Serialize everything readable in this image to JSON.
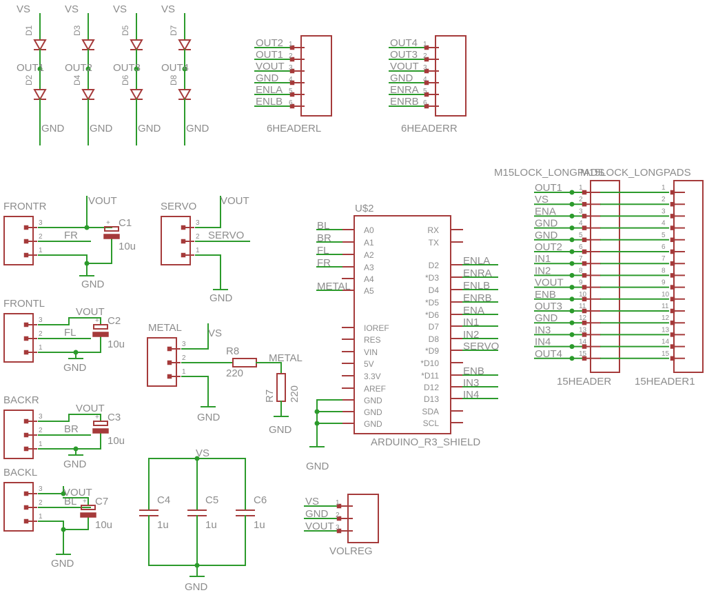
{
  "colors": {
    "wire": "#2b9a2b",
    "part": "#a53a3a",
    "text": "#8c8c8c",
    "background": "#ffffff"
  },
  "diodes": [
    {
      "top_net": "VS",
      "top_ref": "D1",
      "mid_net": "OUT1",
      "bot_ref": "D2",
      "bot_net": "GND"
    },
    {
      "top_net": "VS",
      "top_ref": "D3",
      "mid_net": "OUT2",
      "bot_ref": "D4",
      "bot_net": "GND"
    },
    {
      "top_net": "VS",
      "top_ref": "D5",
      "mid_net": "OUT3",
      "bot_ref": "D6",
      "bot_net": "GND"
    },
    {
      "top_net": "VS",
      "top_ref": "D7",
      "mid_net": "OUT4",
      "bot_ref": "D8",
      "bot_net": "GND"
    }
  ],
  "header_left": {
    "name": "6HEADERL",
    "pins": [
      {
        "net": "OUT2",
        "num": "1"
      },
      {
        "net": "OUT1",
        "num": "2"
      },
      {
        "net": "VOUT",
        "num": "3"
      },
      {
        "net": "GND",
        "num": "4"
      },
      {
        "net": "ENLA",
        "num": "5"
      },
      {
        "net": "ENLB",
        "num": "6"
      }
    ]
  },
  "header_right": {
    "name": "6HEADERR",
    "pins": [
      {
        "net": "OUT4",
        "num": "1"
      },
      {
        "net": "OUT3",
        "num": "2"
      },
      {
        "net": "VOUT",
        "num": "3"
      },
      {
        "net": "GND",
        "num": "4"
      },
      {
        "net": "ENRA",
        "num": "5"
      },
      {
        "net": "ENRB",
        "num": "6"
      }
    ]
  },
  "sensors": [
    {
      "name": "FRONTR",
      "pins": [
        "3",
        "2",
        "1"
      ],
      "signal": "FR",
      "supply": "VOUT",
      "gnd": "GND",
      "cap_ref": "C1",
      "cap_val": "10u",
      "cap_plus": "+"
    },
    {
      "name": "FRONTL",
      "pins": [
        "3",
        "2",
        "1"
      ],
      "signal": "FL",
      "supply": "VOUT",
      "gnd": "GND",
      "cap_ref": "C2",
      "cap_val": "10u",
      "cap_plus": "+"
    },
    {
      "name": "BACKR",
      "pins": [
        "3",
        "2",
        "1"
      ],
      "signal": "BR",
      "supply": "VOUT",
      "gnd": "GND",
      "cap_ref": "C3",
      "cap_val": "10u",
      "cap_plus": "+"
    },
    {
      "name": "BACKL",
      "pins": [
        "3",
        "2",
        "1"
      ],
      "signal": "BL",
      "supply": "VOUT",
      "gnd": "GND",
      "cap_ref": "C7",
      "cap_val": "10u",
      "cap_plus": "+"
    }
  ],
  "servo": {
    "name": "SERVO",
    "pins": [
      "3",
      "2",
      "1"
    ],
    "supply": "VOUT",
    "signal": "SERVO",
    "gnd": "GND"
  },
  "metal": {
    "name": "METAL",
    "pins": [
      "3",
      "2",
      "1"
    ],
    "supply": "VS",
    "gnd": "GND",
    "r8_ref": "R8",
    "r8_val": "220",
    "net": "METAL",
    "r7_ref": "R7",
    "r7_val": "220",
    "r7_gnd": "GND"
  },
  "decoupling": {
    "top_net": "VS",
    "bottom_net": "GND",
    "caps": [
      {
        "ref": "C4",
        "val": "1u"
      },
      {
        "ref": "C5",
        "val": "1u"
      },
      {
        "ref": "C6",
        "val": "1u"
      }
    ]
  },
  "volreg": {
    "name": "VOLREG",
    "pins": [
      {
        "net": "VS",
        "num": "1"
      },
      {
        "net": "GND",
        "num": "2"
      },
      {
        "net": "VOUT",
        "num": "3"
      }
    ]
  },
  "arduino": {
    "ref": "U$2",
    "name": "ARDUINO_R3_SHIELD",
    "gnd_net": "GND",
    "left_pins": [
      "A0",
      "A1",
      "A2",
      "A3",
      "A4",
      "A5",
      "IOREF",
      "RES",
      "VIN",
      "5V",
      "3.3V",
      "AREF",
      "GND",
      "GND",
      "GND"
    ],
    "left_nets": [
      "BL",
      "BR",
      "FL",
      "FR",
      "",
      "METAL",
      "",
      "",
      "",
      "",
      "",
      "",
      "",
      "",
      ""
    ],
    "right_pins": [
      "RX",
      "TX",
      "D2",
      "*D3",
      "D4",
      "*D5",
      "*D6",
      "D7",
      "D8",
      "*D9",
      "*D10",
      "*D11",
      "D12",
      "D13",
      "SDA",
      "SCL"
    ],
    "right_nets": [
      "",
      "",
      "ENLA",
      "ENRA",
      "ENLB",
      "ENRB",
      "ENA",
      "IN1",
      "IN2",
      "SERVO",
      "",
      "ENB",
      "IN3",
      "IN4",
      "",
      ""
    ]
  },
  "header15": {
    "left_title": "M15LOCK_LONGPADS",
    "right_title": "M15LOCK_LONGPADS",
    "left_name": "15HEADER",
    "right_name": "15HEADER1",
    "nets": [
      "OUT1",
      "VS",
      "ENA",
      "GND",
      "GND",
      "OUT2",
      "IN1",
      "IN2",
      "VOUT",
      "ENB",
      "OUT3",
      "GND",
      "IN3",
      "IN4",
      "OUT4"
    ],
    "nums": [
      "1",
      "2",
      "3",
      "4",
      "5",
      "6",
      "7",
      "8",
      "9",
      "10",
      "11",
      "12",
      "13",
      "14",
      "15"
    ]
  }
}
